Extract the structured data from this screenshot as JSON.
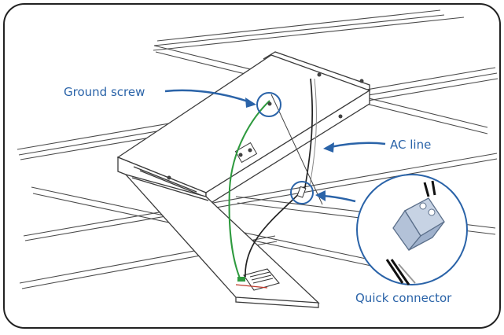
{
  "labels": {
    "ground_screw": "Ground screw",
    "ac_line": "AC line",
    "quick_connector": "Quick connector"
  },
  "colors": {
    "accent": "#2a63a8",
    "ground_wire": "#2e9a3e",
    "line_art": "#444444",
    "frame": "#222222"
  }
}
